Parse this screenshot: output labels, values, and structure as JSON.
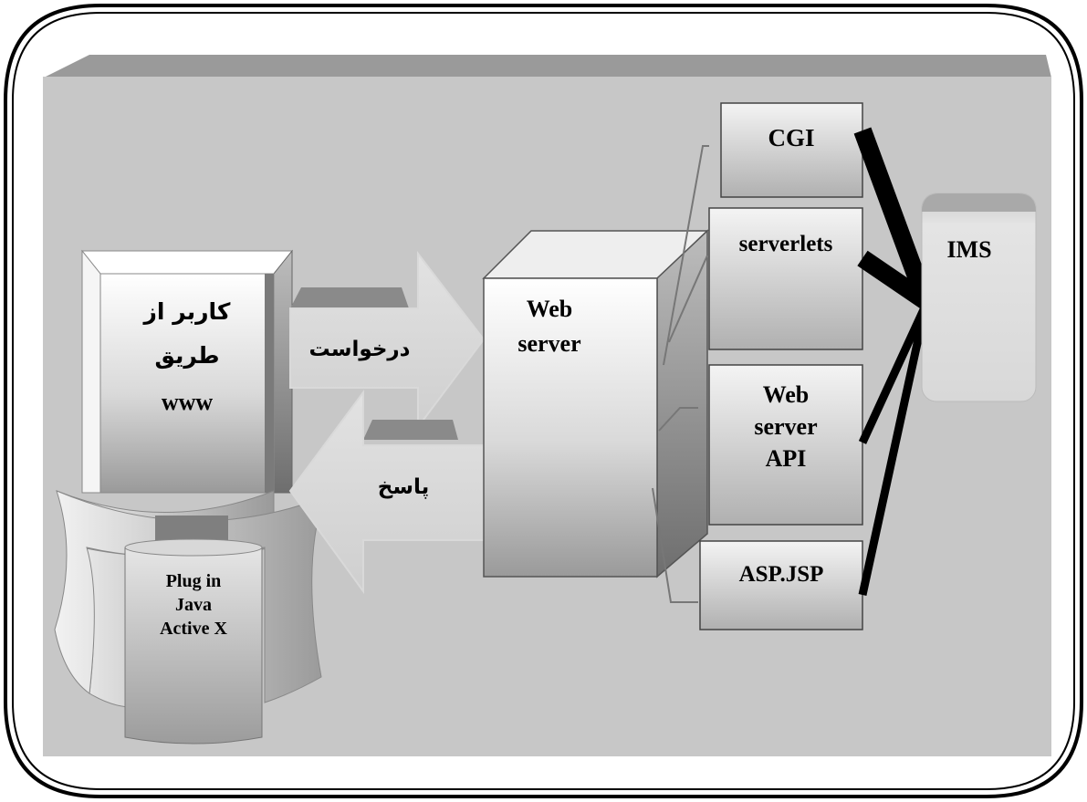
{
  "client": {
    "title_lines": [
      "کاربر از",
      "طریق",
      "www"
    ],
    "plugin_lines": [
      "Plug in",
      "Java",
      "Active X"
    ]
  },
  "arrows": {
    "request": "درخواست",
    "response": "پاسخ"
  },
  "web_server": {
    "lines": [
      "Web",
      "server"
    ]
  },
  "modules": {
    "cgi": "CGI",
    "serverlets": "serverlets",
    "api_lines": [
      "Web",
      "server",
      "API"
    ],
    "asp": "ASP.JSP"
  },
  "database": {
    "label": "IMS"
  },
  "colors": {
    "background": "#c7c7c7",
    "frame": "#000000",
    "box_light": "#e6e6e6",
    "box_dark": "#8c8c8c"
  }
}
